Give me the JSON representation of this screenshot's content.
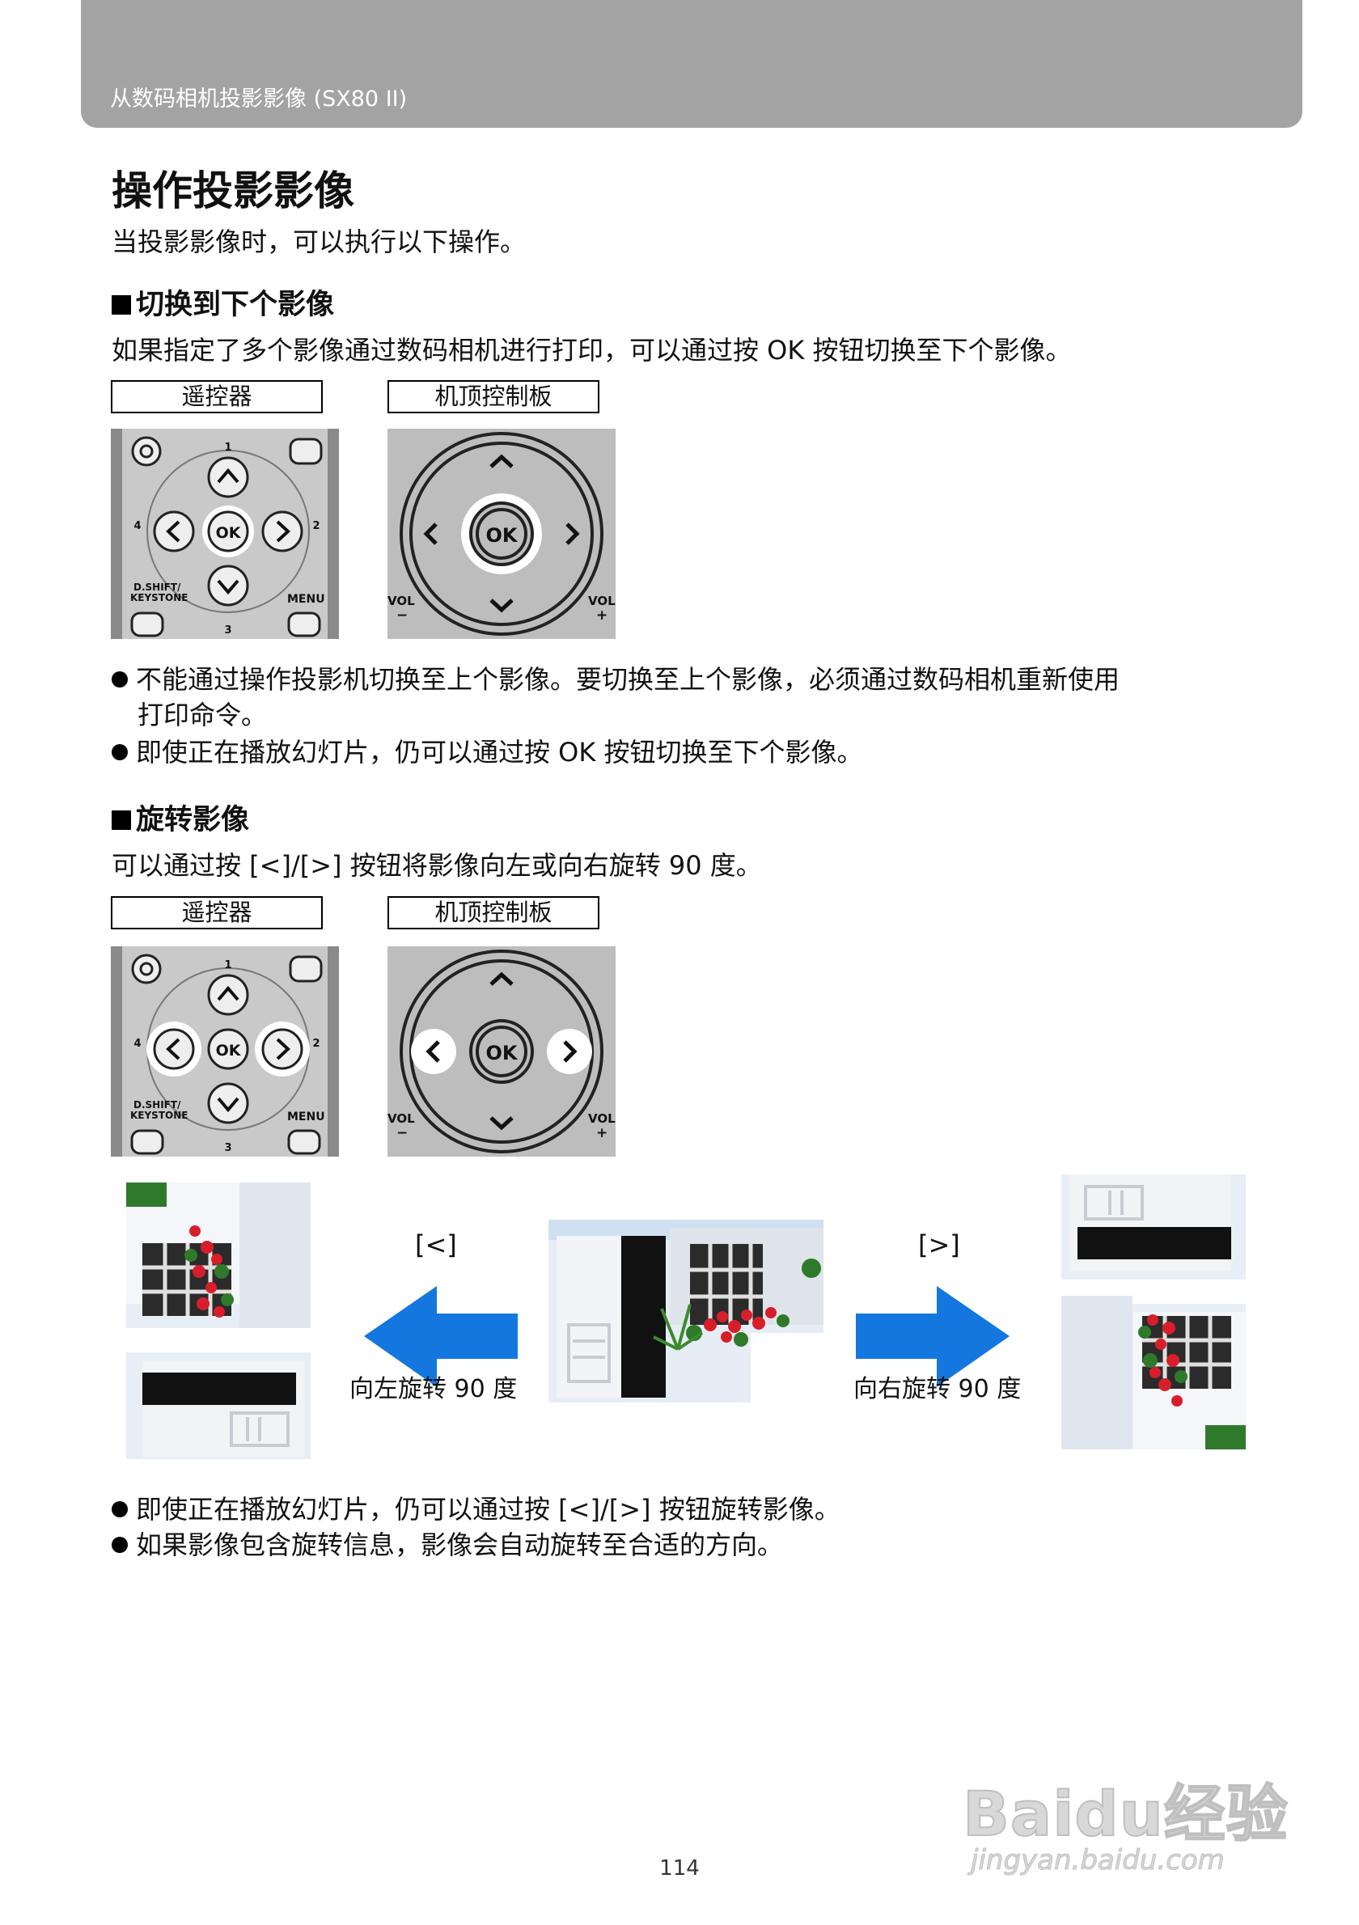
{
  "header": {
    "section_title": "从数码相机投影影像 (SX80 II)"
  },
  "title": "操作投影影像",
  "intro": "当投影影像时，可以执行以下操作。",
  "section1": {
    "heading": "切换到下个影像",
    "desc": "如果指定了多个影像通过数码相机进行打印，可以通过按 OK 按钮切换至下个影像。",
    "label_remote": "遥控器",
    "label_panel": "机顶控制板",
    "bullets": [
      {
        "line1": "不能通过操作投影机切换至上个影像。要切换至上个影像，必须通过数码相机重新使用",
        "line2": "打印命令。"
      },
      {
        "line1": "即使正在播放幻灯片，仍可以通过按 OK 按钮切换至下个影像。"
      }
    ]
  },
  "section2": {
    "heading": "旋转影像",
    "desc": "可以通过按 [<]/[>] 按钮将影像向左或向右旋转 90 度。",
    "label_remote": "遥控器",
    "label_panel": "机顶控制板",
    "left_key": "[<]",
    "right_key": "[>]",
    "left_caption": "向左旋转 90 度",
    "right_caption": "向右旋转 90 度",
    "bullets": [
      {
        "line1": "即使正在播放幻灯片，仍可以通过按 [<]/[>] 按钮旋转影像。"
      },
      {
        "line1": "如果影像包含旋转信息，影像会自动旋转至合适的方向。"
      }
    ]
  },
  "remote_keys": {
    "ok": "OK",
    "top_num": "1",
    "left_num": "4",
    "right_num": "2",
    "bottom_num": "3",
    "dshift": "D.SHIFT/",
    "keystone": "KEYSTONE",
    "menu": "MENU"
  },
  "panel_keys": {
    "ok": "OK",
    "vol": "VOL",
    "minus": "−",
    "plus": "+"
  },
  "page_number": "114",
  "watermark": {
    "main": "Baidu经验",
    "sub": "jingyan.baidu.com"
  },
  "colors": {
    "header_band": "#a3a3a3",
    "arrow_blue": "#1477e0",
    "panel_gray": "#bdbdbd"
  }
}
